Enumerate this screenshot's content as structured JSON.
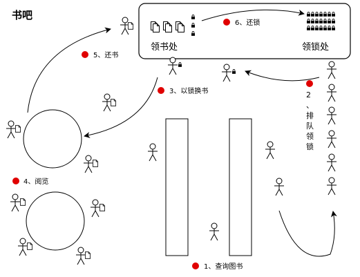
{
  "title": "书吧",
  "station": {
    "book_desk_label": "领书处",
    "lock_desk_label": "领锁处"
  },
  "steps": [
    {
      "label": "1、查询图书"
    },
    {
      "label": "2、排队领锁",
      "vertical_chars": [
        "2",
        "、",
        "排",
        "队",
        "领",
        "锁"
      ]
    },
    {
      "label": "3、以锁换书"
    },
    {
      "label": "4、阅览"
    },
    {
      "label": "5、还书"
    },
    {
      "label": "6、还锁"
    }
  ],
  "colors": {
    "marker": "#e00000",
    "ink": "#000000",
    "background": "#ffffff"
  },
  "icons": [
    "person-icon",
    "book-icon",
    "lock-icon"
  ]
}
